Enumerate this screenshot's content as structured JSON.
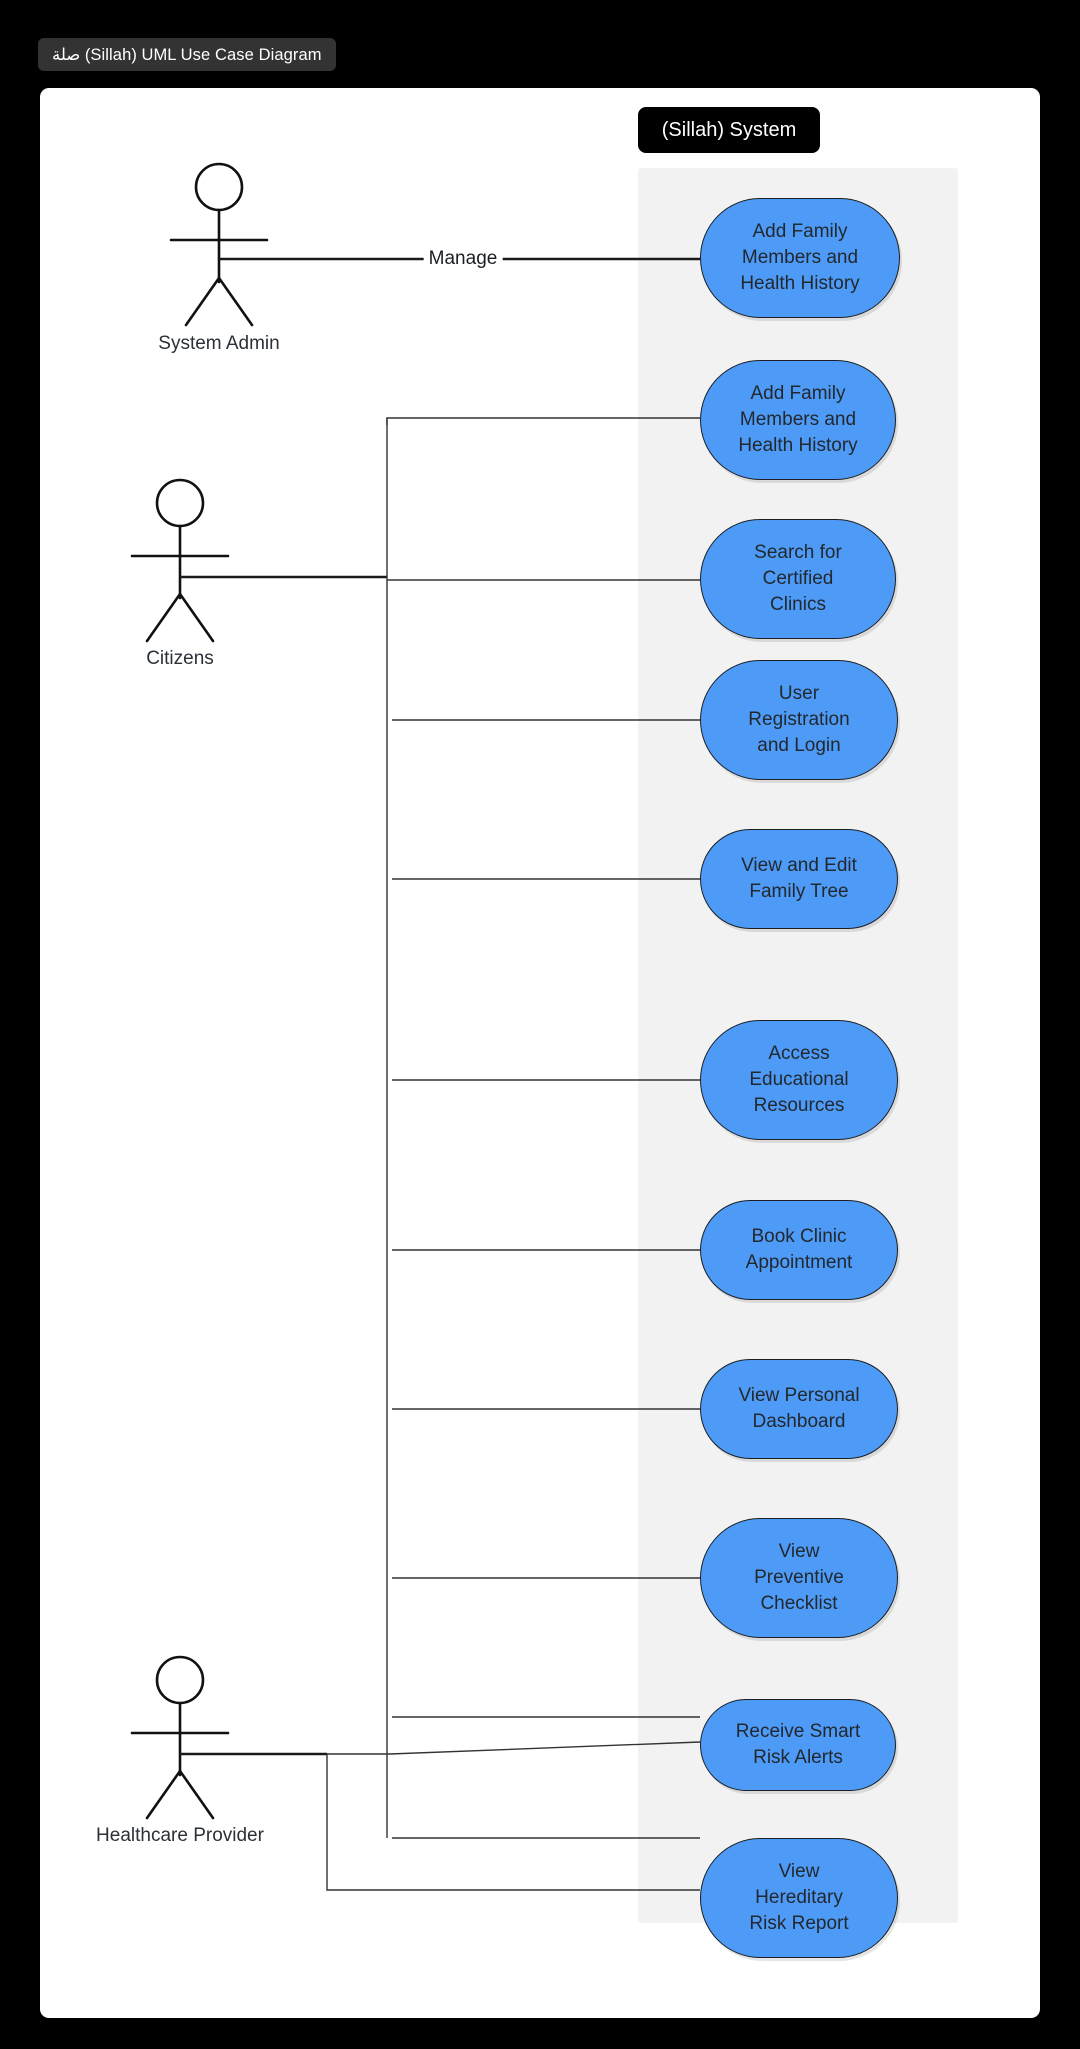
{
  "window": {
    "title": "صلة (Sillah) UML Use Case Diagram",
    "background_color": "#000000",
    "canvas_color": "#ffffff"
  },
  "diagram": {
    "type": "uml-use-case",
    "system_boundary_label": "(Sillah) System",
    "system_boundary_color": "#f2f2f2",
    "usecase_fill_color": "#4d9bf7",
    "usecase_border_color": "#1b1f24",
    "actors": [
      {
        "id": "system-admin",
        "label": "System Admin"
      },
      {
        "id": "citizens",
        "label": "Citizens"
      },
      {
        "id": "healthcare-provider",
        "label": "Healthcare Provider"
      }
    ],
    "edge_labels": [
      {
        "id": "manage",
        "label": "Manage",
        "from": "system-admin",
        "to": "uc-admin-add-family"
      }
    ],
    "usecases": [
      {
        "id": "uc-admin-add-family",
        "lines": [
          "Add Family",
          "Members and",
          "Health History"
        ]
      },
      {
        "id": "uc-add-family",
        "lines": [
          "Add Family",
          "Members and",
          "Health History"
        ]
      },
      {
        "id": "uc-search-clinics",
        "lines": [
          "Search for",
          "Certified",
          "Clinics"
        ]
      },
      {
        "id": "uc-registration-login",
        "lines": [
          "User",
          "Registration",
          "and Login"
        ]
      },
      {
        "id": "uc-family-tree",
        "lines": [
          "View and Edit",
          "Family Tree"
        ]
      },
      {
        "id": "uc-educational",
        "lines": [
          "Access",
          "Educational",
          "Resources"
        ]
      },
      {
        "id": "uc-book-appointment",
        "lines": [
          "Book Clinic",
          "Appointment"
        ]
      },
      {
        "id": "uc-dashboard",
        "lines": [
          "View Personal",
          "Dashboard"
        ]
      },
      {
        "id": "uc-preventive-checklist",
        "lines": [
          "View",
          "Preventive",
          "Checklist"
        ]
      },
      {
        "id": "uc-risk-alerts",
        "lines": [
          "Receive Smart",
          "Risk Alerts"
        ]
      },
      {
        "id": "uc-hereditary-report",
        "lines": [
          "View",
          "Hereditary",
          "Risk Report"
        ]
      }
    ]
  }
}
